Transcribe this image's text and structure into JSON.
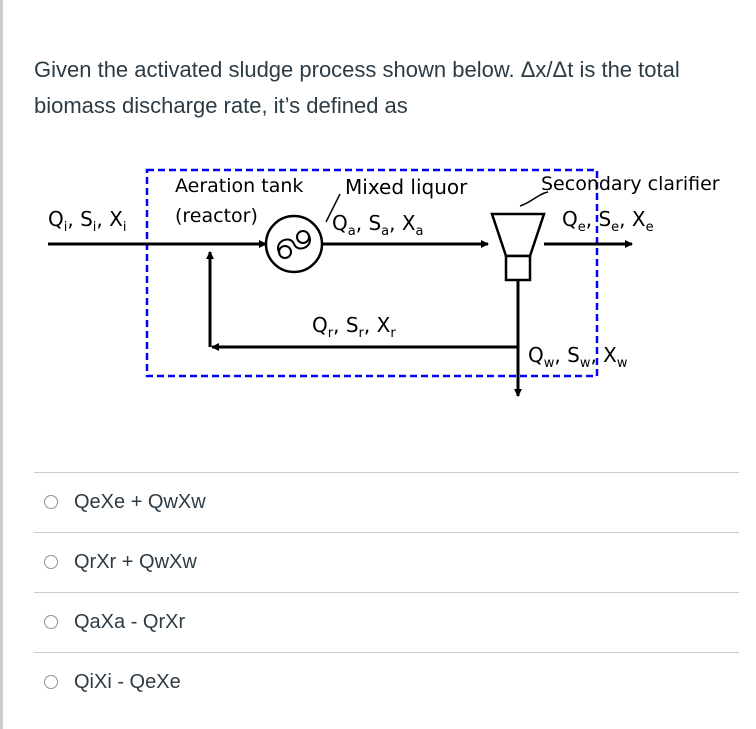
{
  "question": {
    "text": "Given the activated sludge process shown below. Δx/Δt is the total biomass discharge rate, it’s defined as"
  },
  "diagram": {
    "aeration_tank_label": "Aeration tank",
    "reactor_label": "(reactor)",
    "mixed_liquor_label": "Mixed liquor",
    "secondary_clarifier_label": "Secondary clarifier",
    "influent": {
      "q": "Q",
      "q_sub": "i",
      "s": "S",
      "s_sub": "i",
      "x": "X",
      "x_sub": "i"
    },
    "aeration_out": {
      "q": "Q",
      "q_sub": "a",
      "s": "S",
      "s_sub": "a",
      "x": "X",
      "x_sub": "a"
    },
    "effluent": {
      "q": "Q",
      "q_sub": "e",
      "s": "S",
      "s_sub": "e",
      "x": "X",
      "x_sub": "e"
    },
    "recycle": {
      "q": "Q",
      "q_sub": "r",
      "s": "S",
      "s_sub": "r",
      "x": "X",
      "x_sub": "r"
    },
    "waste": {
      "q": "Q",
      "q_sub": "w",
      "s": "S",
      "s_sub": "w",
      "x": "X",
      "x_sub": "w"
    },
    "line_color": "#000000",
    "boundary_color": "#0000ff"
  },
  "answers": [
    {
      "label": "QeXe + QwXw"
    },
    {
      "label": "QrXr + QwXw"
    },
    {
      "label": "QaXa - QrXr"
    },
    {
      "label": "QiXi - QeXe"
    }
  ]
}
